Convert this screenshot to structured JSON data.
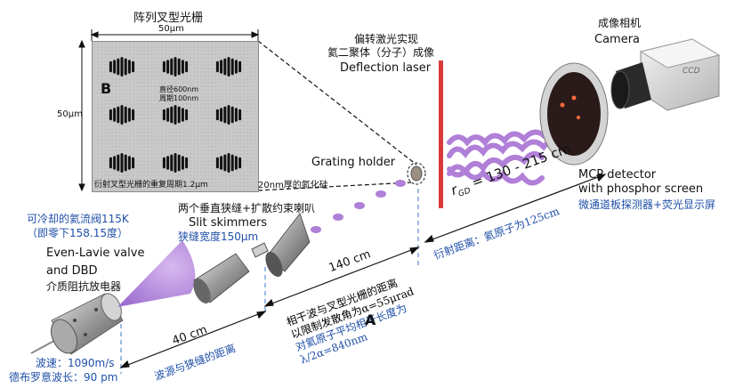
{
  "panel": {
    "title": "阵列叉型光栅",
    "width_label": "50μm",
    "height_label": "50μm",
    "letter": "B",
    "diameter_note": "直径600nm",
    "period_note": "周期100nm",
    "caption": "衍射叉型光栅的重复周期1.2μm"
  },
  "film_label": "20nm厚的氮化硅",
  "laser": {
    "zh_line1": "偏转激光实现",
    "zh_line2": "氦二聚体（分子）成像",
    "en": "Deflection laser"
  },
  "camera": {
    "zh": "成像相机",
    "en": "Camera",
    "chip": "CCD"
  },
  "grating_holder": "Grating holder",
  "mcp": {
    "en_line1": "MCP detector",
    "en_line2": "with phosphor screen",
    "zh": "微通道板探测器+荧光显示屏"
  },
  "rgd": {
    "label": "r",
    "sub": "GD",
    "value": " = 130 - 215 cm",
    "zh": "衍射距离：氦原子为125cm"
  },
  "skimmers": {
    "zh": "两个垂直狭缝+扩散约束喇叭",
    "en": "Slit skimmers",
    "width": "狭缝宽度150μm"
  },
  "valve": {
    "zh_line1": "可冷却的氦流阀115K",
    "zh_line2": "（即零下158.15度）",
    "en_line1": "Even-Lavie valve",
    "en_line2": "and DBD",
    "zh_line3": "介质阻抗放电器"
  },
  "dist140": {
    "value": "140 cm",
    "line1": "相干波与叉型光栅的距离",
    "line2": "以限制发散角为α=55μrad",
    "line3": "对氦原子平均相干长度为",
    "line4": "λ/2α=840nm",
    "letter": "A"
  },
  "dist40": {
    "value": "40 cm",
    "zh": "波源与狭缝的距离"
  },
  "wave": {
    "speed": "波速：1090m/s",
    "wavelength": "德布罗意波长：90 pm"
  },
  "colors": {
    "beam": "#b07fd8",
    "laser": "#d83a3a",
    "dash_blue": "#5b8fcf",
    "metal": "#9a9a9a"
  }
}
